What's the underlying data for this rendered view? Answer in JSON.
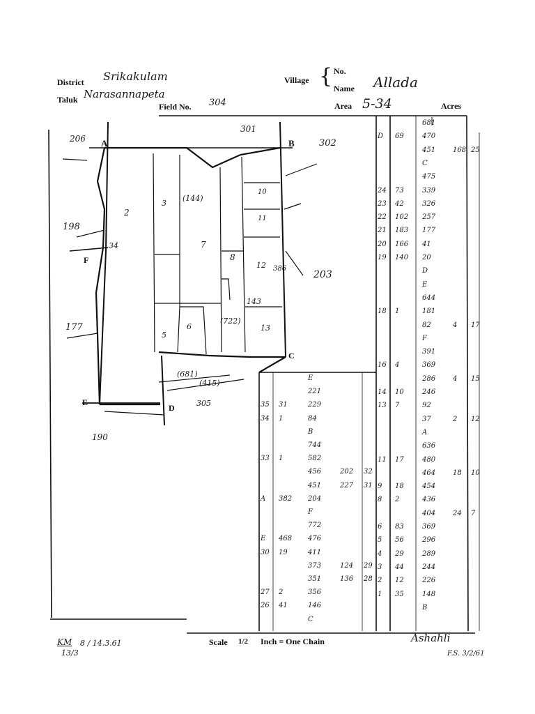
{
  "header": {
    "district_label": "District",
    "district_value": "Srikakulam",
    "taluk_label": "Taluk",
    "taluk_value": "Narasannapeta",
    "village_label": "Village",
    "village_no_label": "No.",
    "village_name_label": "Name",
    "village_name_value": "Allada",
    "field_no_label": "Field No.",
    "field_no_value": "304",
    "area_label": "Area",
    "area_value": "5-34",
    "acres_label": "Acres"
  },
  "footer": {
    "scale_label": "Scale",
    "scale_fraction": "1/2",
    "scale_text": "Inch = One Chain",
    "initials_left": "KM",
    "date_left": "13/3",
    "ref_left": "8 / 14.3.61",
    "signature": "Ashahli",
    "date_right": "F.S. 3/2/61"
  },
  "map_labels": {
    "point_A": "A",
    "point_B": "B",
    "point_C": "C",
    "point_D": "D",
    "point_E": "E",
    "point_F": "F",
    "nb_206": "206",
    "nb_301": "301",
    "nb_302": "302",
    "nb_203": "203",
    "nb_198": "198",
    "nb_177": "177",
    "nb_190": "190",
    "nb_305": "305",
    "in_2": "2",
    "in_7": "7",
    "in_8": "8",
    "in_3": "3",
    "in_6": "6",
    "in_5": "5",
    "in_12": "12",
    "in_13": "13",
    "in_10": "10",
    "in_11": "11",
    "d_722": "(722)",
    "d_681": "(681)",
    "d_415": "(415)",
    "d_144": "(144)",
    "v_34": "34",
    "v_143": "143",
    "v_386": "386"
  },
  "field_book_right": [
    {
      "a": "",
      "b": "",
      "c": "681",
      "d": "",
      "e": ""
    },
    {
      "a": "D",
      "b": "69",
      "c": "470",
      "d": "",
      "e": ""
    },
    {
      "a": "",
      "b": "",
      "c": "451",
      "d": "168",
      "e": "25"
    },
    {
      "a": "",
      "b": "",
      "c": "C",
      "d": "",
      "e": ""
    },
    {
      "a": "",
      "b": "",
      "c": "475",
      "d": "",
      "e": ""
    },
    {
      "a": "24",
      "b": "73",
      "c": "339",
      "d": "",
      "e": ""
    },
    {
      "a": "23",
      "b": "42",
      "c": "326",
      "d": "",
      "e": ""
    },
    {
      "a": "22",
      "b": "102",
      "c": "257",
      "d": "",
      "e": ""
    },
    {
      "a": "21",
      "b": "183",
      "c": "177",
      "d": "",
      "e": ""
    },
    {
      "a": "20",
      "b": "166",
      "c": "41",
      "d": "",
      "e": ""
    },
    {
      "a": "19",
      "b": "140",
      "c": "20",
      "d": "",
      "e": ""
    },
    {
      "a": "",
      "b": "",
      "c": "D",
      "d": "",
      "e": ""
    },
    {
      "a": "",
      "b": "",
      "c": "E",
      "d": "",
      "e": ""
    },
    {
      "a": "",
      "b": "",
      "c": "644",
      "d": "",
      "e": ""
    },
    {
      "a": "18",
      "b": "1",
      "c": "181",
      "d": "",
      "e": ""
    },
    {
      "a": "",
      "b": "",
      "c": "82",
      "d": "4",
      "e": "17"
    },
    {
      "a": "",
      "b": "",
      "c": "F",
      "d": "",
      "e": ""
    },
    {
      "a": "",
      "b": "",
      "c": "391",
      "d": "",
      "e": ""
    },
    {
      "a": "16",
      "b": "4",
      "c": "369",
      "d": "",
      "e": ""
    },
    {
      "a": "",
      "b": "",
      "c": "286",
      "d": "4",
      "e": "15"
    },
    {
      "a": "14",
      "b": "10",
      "c": "246",
      "d": "",
      "e": ""
    },
    {
      "a": "13",
      "b": "7",
      "c": "92",
      "d": "",
      "e": ""
    },
    {
      "a": "",
      "b": "",
      "c": "37",
      "d": "2",
      "e": "12"
    },
    {
      "a": "",
      "b": "",
      "c": "A",
      "d": "",
      "e": ""
    },
    {
      "a": "",
      "b": "",
      "c": "636",
      "d": "",
      "e": ""
    },
    {
      "a": "11",
      "b": "17",
      "c": "480",
      "d": "",
      "e": ""
    },
    {
      "a": "",
      "b": "",
      "c": "464",
      "d": "18",
      "e": "10"
    },
    {
      "a": "9",
      "b": "18",
      "c": "454",
      "d": "",
      "e": ""
    },
    {
      "a": "8",
      "b": "2",
      "c": "436",
      "d": "",
      "e": ""
    },
    {
      "a": "",
      "b": "",
      "c": "404",
      "d": "24",
      "e": "7"
    },
    {
      "a": "6",
      "b": "83",
      "c": "369",
      "d": "",
      "e": ""
    },
    {
      "a": "5",
      "b": "56",
      "c": "296",
      "d": "",
      "e": ""
    },
    {
      "a": "4",
      "b": "29",
      "c": "289",
      "d": "",
      "e": ""
    },
    {
      "a": "3",
      "b": "44",
      "c": "244",
      "d": "",
      "e": ""
    },
    {
      "a": "2",
      "b": "12",
      "c": "226",
      "d": "",
      "e": ""
    },
    {
      "a": "1",
      "b": "35",
      "c": "148",
      "d": "",
      "e": ""
    },
    {
      "a": "",
      "b": "",
      "c": "B",
      "d": "",
      "e": ""
    }
  ],
  "field_book_lower": [
    {
      "a": "",
      "b": "",
      "c": "E",
      "d": "",
      "e": ""
    },
    {
      "a": "",
      "b": "",
      "c": "221",
      "d": "",
      "e": ""
    },
    {
      "a": "35",
      "b": "31",
      "c": "229",
      "d": "",
      "e": ""
    },
    {
      "a": "34",
      "b": "1",
      "c": "84",
      "d": "",
      "e": ""
    },
    {
      "a": "",
      "b": "",
      "c": "B",
      "d": "",
      "e": ""
    },
    {
      "a": "",
      "b": "",
      "c": "744",
      "d": "",
      "e": ""
    },
    {
      "a": "33",
      "b": "1",
      "c": "582",
      "d": "",
      "e": ""
    },
    {
      "a": "",
      "b": "",
      "c": "456",
      "d": "202",
      "e": "32"
    },
    {
      "a": "",
      "b": "",
      "c": "451",
      "d": "227",
      "e": "31"
    },
    {
      "a": "A",
      "b": "382",
      "c": "204",
      "d": "",
      "e": ""
    },
    {
      "a": "",
      "b": "",
      "c": "F",
      "d": "",
      "e": ""
    },
    {
      "a": "",
      "b": "",
      "c": "772",
      "d": "",
      "e": ""
    },
    {
      "a": "E",
      "b": "468",
      "c": "476",
      "d": "",
      "e": ""
    },
    {
      "a": "30",
      "b": "19",
      "c": "411",
      "d": "",
      "e": ""
    },
    {
      "a": "",
      "b": "",
      "c": "373",
      "d": "124",
      "e": "29"
    },
    {
      "a": "",
      "b": "",
      "c": "351",
      "d": "136",
      "e": "28"
    },
    {
      "a": "27",
      "b": "2",
      "c": "356",
      "d": "",
      "e": ""
    },
    {
      "a": "26",
      "b": "41",
      "c": "146",
      "d": "",
      "e": ""
    },
    {
      "a": "",
      "b": "",
      "c": "C",
      "d": "",
      "e": ""
    }
  ]
}
